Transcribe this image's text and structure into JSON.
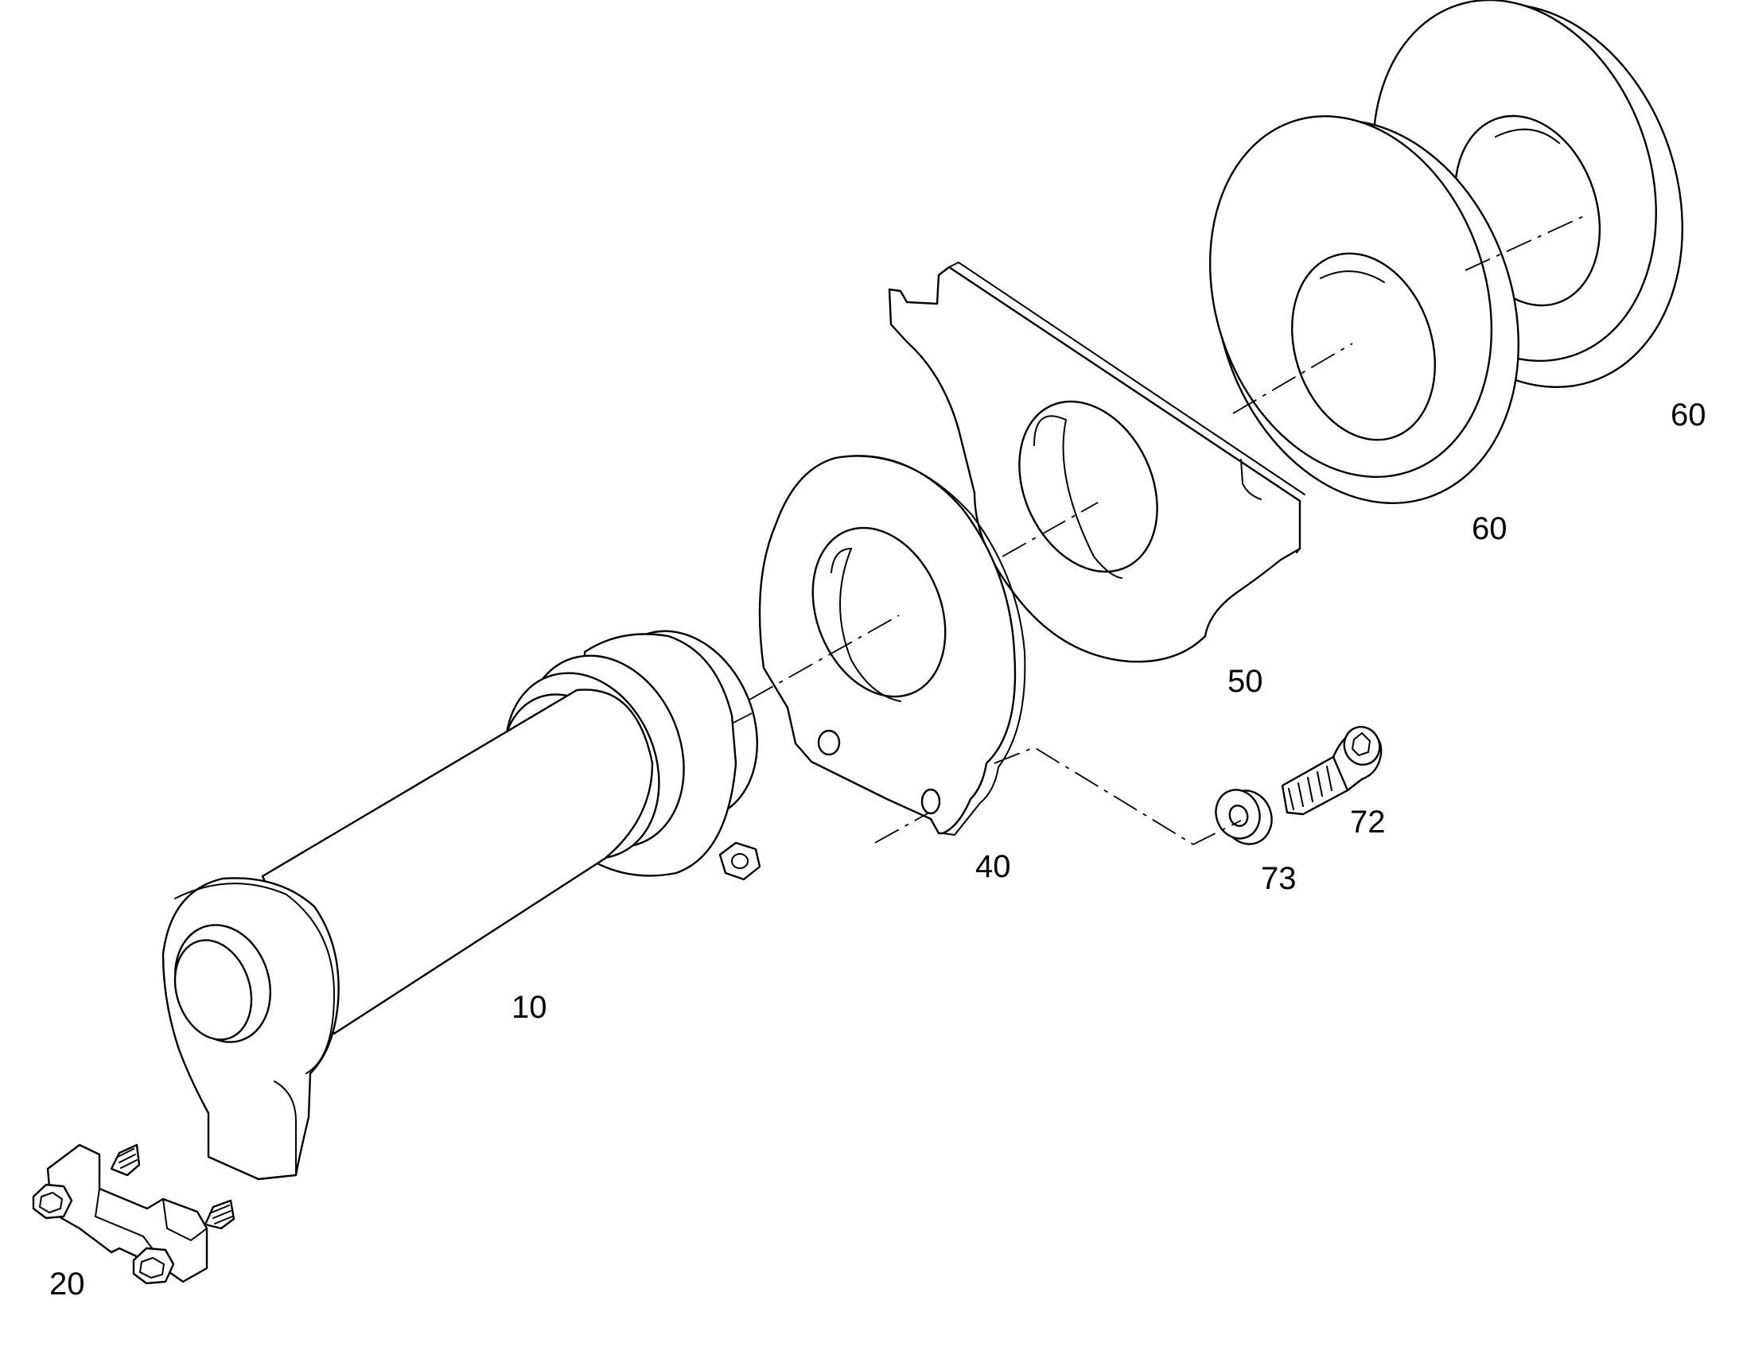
{
  "callouts": {
    "c10": "10",
    "c20": "20",
    "c40": "40",
    "c50": "50",
    "c60a": "60",
    "c60b": "60",
    "c72": "72",
    "c73": "73"
  },
  "colors": {
    "line": "#000000",
    "background": "#ffffff"
  }
}
